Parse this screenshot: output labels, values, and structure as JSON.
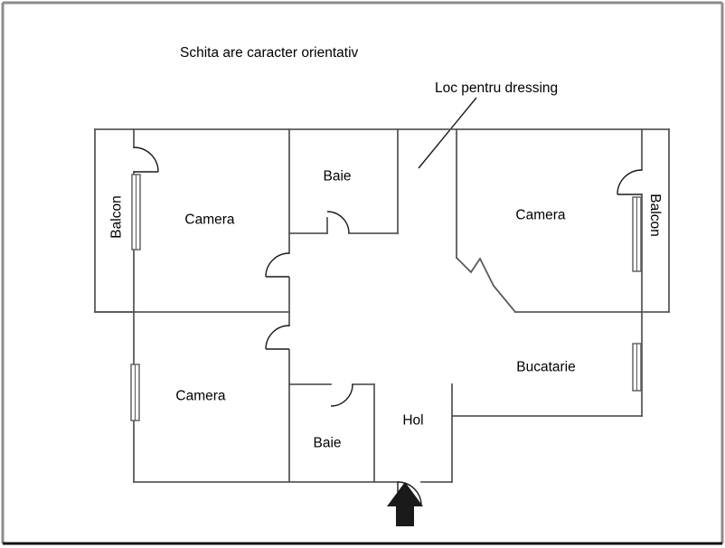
{
  "document": {
    "type": "floor-plan",
    "title_note": "Schita are caracter orientativ",
    "annotation": "Loc pentru dressing",
    "background_color": "#ffffff",
    "wall_color": "#59595b",
    "detail_color": "#1a1a1a",
    "border_color": "#8c8c8c",
    "bottom_border_color": "#111111"
  },
  "labels": {
    "balcony_left": "Balcon",
    "balcony_right": "Balcon",
    "room_top_left": "Camera",
    "room_top_right": "Camera",
    "room_bottom_left": "Camera",
    "bath_top": "Baie",
    "bath_bottom": "Baie",
    "hallway": "Hol",
    "kitchen": "Bucatarie"
  },
  "rooms": [
    {
      "name": "Balcon",
      "label": "Balcon",
      "position": "left-exterior",
      "orientation": "vertical-up"
    },
    {
      "name": "Camera",
      "label": "Camera",
      "position": "top-left"
    },
    {
      "name": "Baie",
      "label": "Baie",
      "position": "top-center"
    },
    {
      "name": "Camera",
      "label": "Camera",
      "position": "top-right"
    },
    {
      "name": "Balcon",
      "label": "Balcon",
      "position": "right-exterior",
      "orientation": "vertical-down"
    },
    {
      "name": "Camera",
      "label": "Camera",
      "position": "bottom-left"
    },
    {
      "name": "Baie",
      "label": "Baie",
      "position": "bottom-center"
    },
    {
      "name": "Hol",
      "label": "Hol",
      "position": "bottom-center-right"
    },
    {
      "name": "Bucatarie",
      "label": "Bucatarie",
      "position": "middle-right"
    }
  ],
  "markers": {
    "entrance_arrow": "entrance-arrow-up",
    "leader_line": "annotation-leader-line"
  }
}
